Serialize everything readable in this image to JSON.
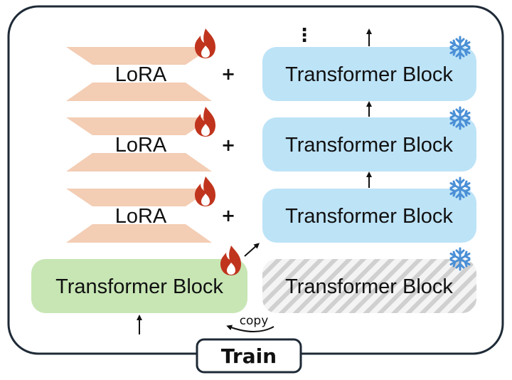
{
  "lora_label": "LoRA",
  "transformer_block_label": "Transformer Block",
  "plus_sign": "+",
  "copy_label": "copy",
  "train_label": "Train",
  "ellipsis": "⋮",
  "colors": {
    "frozen_block": "#bde3f7",
    "trainable_block": "#c7e6b4",
    "lora": "#f3cdb4",
    "hatch": "#d0d0d0",
    "flame": "#c0341d",
    "snowflake": "#4a8fd6",
    "frame": "#1e2a36"
  },
  "icons": {
    "trainable": "flame-icon",
    "frozen": "snowflake-icon"
  }
}
